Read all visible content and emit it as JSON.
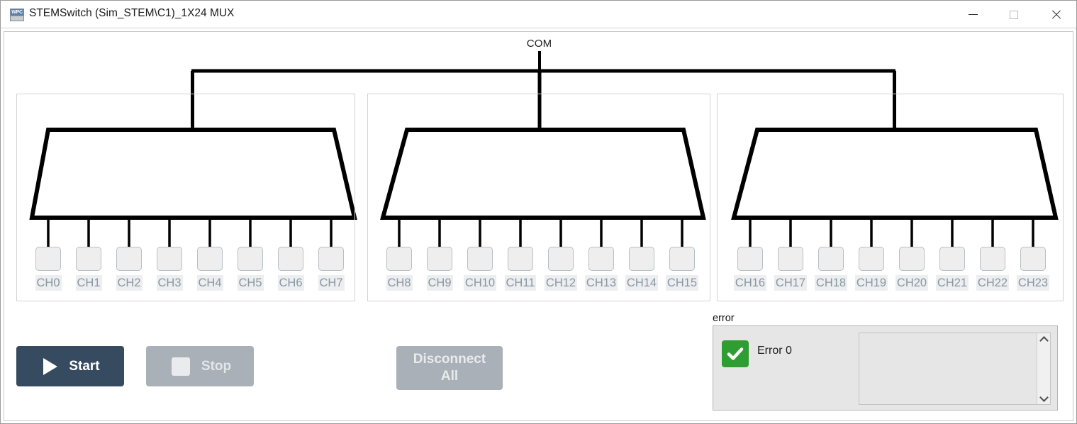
{
  "window": {
    "title": "STEMSwitch (Sim_STEM\\C1)_1X24 MUX",
    "icon": "wpc-logo-icon",
    "logo_text": "WPC",
    "controls": {
      "minimize": "minimize-icon",
      "maximize": "maximize-icon",
      "close": "close-icon"
    }
  },
  "diagram": {
    "com_label": "COM",
    "mux_count": 3,
    "channels_per_mux": 8,
    "groups": [
      {
        "channels": [
          {
            "label": "CH0",
            "state": "off"
          },
          {
            "label": "CH1",
            "state": "off"
          },
          {
            "label": "CH2",
            "state": "off"
          },
          {
            "label": "CH3",
            "state": "off"
          },
          {
            "label": "CH4",
            "state": "off"
          },
          {
            "label": "CH5",
            "state": "off"
          },
          {
            "label": "CH6",
            "state": "off"
          },
          {
            "label": "CH7",
            "state": "off"
          }
        ]
      },
      {
        "channels": [
          {
            "label": "CH8",
            "state": "off"
          },
          {
            "label": "CH9",
            "state": "off"
          },
          {
            "label": "CH10",
            "state": "off"
          },
          {
            "label": "CH11",
            "state": "off"
          },
          {
            "label": "CH12",
            "state": "off"
          },
          {
            "label": "CH13",
            "state": "off"
          },
          {
            "label": "CH14",
            "state": "off"
          },
          {
            "label": "CH15",
            "state": "off"
          }
        ]
      },
      {
        "channels": [
          {
            "label": "CH16",
            "state": "off"
          },
          {
            "label": "CH17",
            "state": "off"
          },
          {
            "label": "CH18",
            "state": "off"
          },
          {
            "label": "CH19",
            "state": "off"
          },
          {
            "label": "CH20",
            "state": "off"
          },
          {
            "label": "CH21",
            "state": "off"
          },
          {
            "label": "CH22",
            "state": "off"
          },
          {
            "label": "CH23",
            "state": "off"
          }
        ]
      }
    ]
  },
  "controls": {
    "start": {
      "label": "Start",
      "icon": "play-icon",
      "enabled": true
    },
    "stop": {
      "label": "Stop",
      "icon": "stop-square-icon",
      "enabled": false
    },
    "disconnect_all": {
      "line1": "Disconnect",
      "line2": "All",
      "enabled": false
    }
  },
  "error_cluster": {
    "caption": "error",
    "status_icon": "green-check-icon",
    "status_text": "Error 0",
    "message": "",
    "scroll_up_icon": "chevron-up-icon",
    "scroll_down_icon": "chevron-down-icon"
  },
  "colors": {
    "start_button": "#374b60",
    "disabled_button": "#aab0b7",
    "ok_green": "#2f9e32",
    "channel_label": "#8a96a3",
    "wire": "#000000"
  }
}
